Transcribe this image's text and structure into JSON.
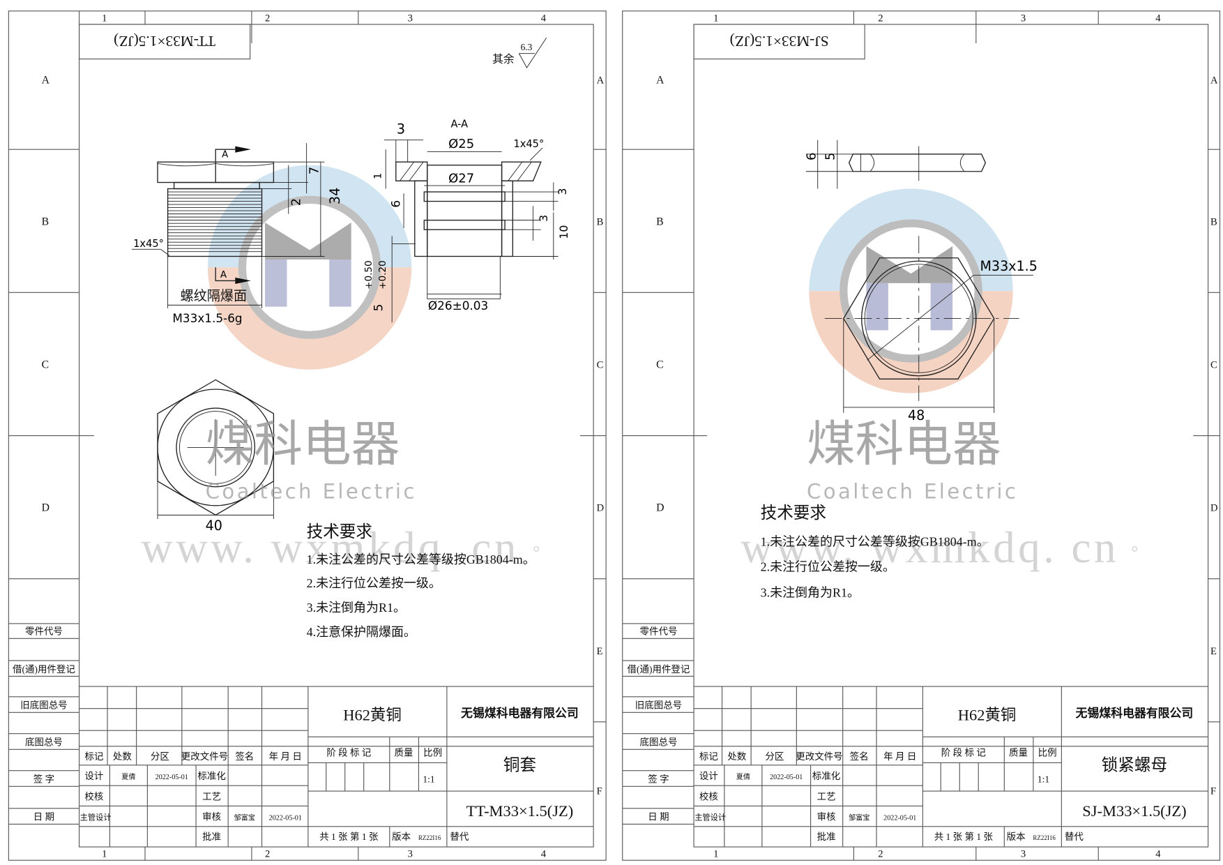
{
  "sheets": [
    {
      "id": "left",
      "part_code_flipped": "TT-M33×1.5(JZ)",
      "zone_columns": [
        "1",
        "2",
        "3",
        "4"
      ],
      "zone_rows": [
        "A",
        "B",
        "C",
        "D",
        "E",
        "F"
      ],
      "roughness": {
        "label": "其余",
        "value": "6.3"
      },
      "section_label": "A-A",
      "section_marker": "A",
      "dimensions": {
        "top_width": "3",
        "d25": "Ø25",
        "chamfer_top": "1x45°",
        "d27": "Ø27",
        "flange_thickness": "1",
        "groove_height": "6",
        "right_3a": "3",
        "right_3b": "3",
        "right_10": "10",
        "hex_height": "7",
        "undercut": "2",
        "total_length": "34",
        "chamfer_left": "1x45°",
        "tolerance_upper": "+0.50",
        "tolerance_lower": "+0.20",
        "tolerance_base": "5",
        "d26": "Ø26±0.03",
        "thread_note": "螺纹隔爆面",
        "thread_spec": "M33x1.5-6g",
        "hex_across_flats": "40"
      },
      "tech_requirements": {
        "title": "技术要求",
        "items": [
          "1.未注公差的尺寸公差等级按GB1804-m。",
          "2.未注行位公差按一级。",
          "3.未注倒角为R1。",
          "4.注意保护隔爆面。"
        ]
      },
      "side_table": [
        "零件代号",
        "借(通)用件登记",
        "旧底图总号",
        "底图总号",
        "签 字",
        "日 期"
      ],
      "title_block": {
        "material": "H62黄铜",
        "company": "无锡煤科电器有限公司",
        "part_name": "铜套",
        "drawing_number": "TT-M33×1.5(JZ)",
        "headers": [
          "标记",
          "处数",
          "分区",
          "更改文件号",
          "签名",
          "年 月 日"
        ],
        "stage_label": "阶 段 标 记",
        "mass_label": "质量",
        "scale_label": "比例",
        "scale_value": "1:1",
        "design_label": "设计",
        "designer": "夏倩",
        "design_date": "2022-05-01",
        "standardization_label": "标准化",
        "check_label": "校核",
        "process_label": "工艺",
        "chief_label": "主管设计",
        "review_label": "审核",
        "reviewer": "邹富宝",
        "review_date": "2022-05-01",
        "approve_label": "批准",
        "sheets_info": "共 1 张  第 1 张",
        "version_label": "版本",
        "version_value": "RZ22I16",
        "replace_label": "替代"
      }
    },
    {
      "id": "right",
      "part_code_flipped": "SJ-M33×1.5(JZ)",
      "zone_columns": [
        "1",
        "2",
        "3",
        "4"
      ],
      "zone_rows": [
        "A",
        "B",
        "C",
        "D",
        "E",
        "F"
      ],
      "dimensions": {
        "outer_thickness": "6",
        "inner_thickness": "5",
        "thread_spec": "M33x1.5",
        "hex_across_flats": "48"
      },
      "tech_requirements": {
        "title": "技术要求",
        "items": [
          "1.未注公差的尺寸公差等级按GB1804-m。",
          "2.未注行位公差按一级。",
          "3.未注倒角为R1。"
        ]
      },
      "side_table": [
        "零件代号",
        "借(通)用件登记",
        "旧底图总号",
        "底图总号",
        "签 字",
        "日 期"
      ],
      "title_block": {
        "material": "H62黄铜",
        "company": "无锡煤科电器有限公司",
        "part_name": "锁紧螺母",
        "drawing_number": "SJ-M33×1.5(JZ)",
        "headers": [
          "标记",
          "处数",
          "分区",
          "更改文件号",
          "签名",
          "年 月 日"
        ],
        "stage_label": "阶 段 标 记",
        "mass_label": "质量",
        "scale_label": "比例",
        "scale_value": "1:1",
        "design_label": "设计",
        "designer": "夏倩",
        "design_date": "2022-05-01",
        "standardization_label": "标准化",
        "check_label": "校核",
        "process_label": "工艺",
        "chief_label": "主管设计",
        "review_label": "审核",
        "reviewer": "邹富宝",
        "review_date": "2022-05-01",
        "approve_label": "批准",
        "sheets_info": "共 1 张  第 1 张",
        "version_label": "版本",
        "version_value": "RZ22I16",
        "replace_label": "替代"
      }
    }
  ],
  "watermark": {
    "brand_cn": "煤科电器",
    "brand_en": "Coaltech Electric",
    "url": "www. wxmkdq. cn",
    "url_dot": "。",
    "colors": {
      "blue": "#cfe3f1",
      "peach": "#f5d3c2",
      "ring": "#bdbdbd",
      "logo_grey": "#9e9e9e",
      "logo_slate": "#b9bcd6"
    }
  }
}
